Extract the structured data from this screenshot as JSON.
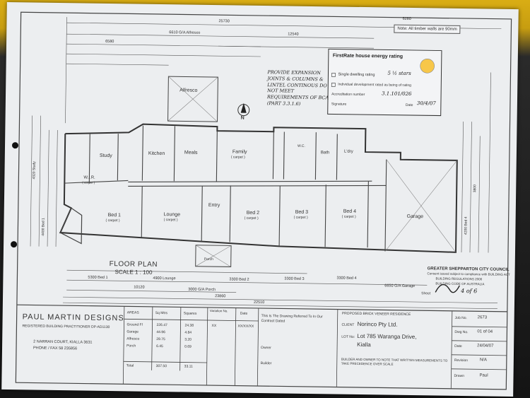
{
  "plan": {
    "title": "FLOOR PLAN",
    "scale": "SCALE 1 : 100",
    "rooms": {
      "study": "Study",
      "kitchen": "Kitchen",
      "meals": "Meals",
      "family": "Family",
      "family_carpet": "( carpet )",
      "bath": "Bath",
      "wc": "W.C.",
      "ldry": "L'dry",
      "wir": "W.I.R.",
      "wir_carpet": "( carpet )",
      "bed1": "Bed 1",
      "bed1_carpet": "( carpet )",
      "lounge": "Lounge",
      "lounge_carpet": "( carpet )",
      "entry": "Entry",
      "bed2": "Bed 2",
      "bed2_carpet": "( carpet )",
      "bed3": "Bed 3",
      "bed3_carpet": "( carpet )",
      "bed4": "Bed 4",
      "bed4_carpet": "( carpet )",
      "garage": "Garage",
      "alfresco": "Alfresco",
      "porch": "Porch"
    },
    "dims": {
      "top_total": "25730",
      "right_total": "6280",
      "top_a": "12540",
      "top_b": "6610 G/A Alfresco",
      "top_c": "6580",
      "bottom_total": "22510",
      "bottom_a": "23860",
      "bottom_b": "10120",
      "bottom_c": "3000 G/A Porch",
      "bottom_d": "5300 Bed 1",
      "bottom_e": "4900 Lounge",
      "bottom_f": "3300 Bed 2",
      "bottom_g": "3300 Bed 3",
      "bottom_h": "3300 Bed 4",
      "bottom_i": "6650 G/A Garage",
      "left_a": "4320 Study",
      "left_b": "4400 Bed 1",
      "right_a": "4200 Bed 4",
      "right_b": "3800"
    },
    "note_box": "Note: All timber walls are 90mm",
    "annotation_hand": "PROVIDE EXPANSION JOINTS & COLUMNS & LINTEL CONTINOUS DO NOT MEET REQUIREMENTS OF BCA (PART 3.3.1.6)",
    "north": "N"
  },
  "energy": {
    "title": "FirstRate house energy rating",
    "line1": "Single dwelling rating",
    "rating": "5 ½ stars",
    "line2": "Individual development rated as being of rating",
    "line3": "Accreditation number",
    "accred_value": "3.1.101/026",
    "line4": "Signature",
    "date_label": "Date",
    "date_value": "30/4/07"
  },
  "stamp": {
    "line1": "GREATER SHEPPARTON CITY COUNCIL",
    "line2": "Consent issued subject to compliance with BUILDING ACT",
    "line3": "BUILDING REGULATIONS 2006",
    "line4": "BUILDING CODE OF AUSTRALIA",
    "sheet_label": "Sheet",
    "sheet_value": "4 of 6"
  },
  "titleblock": {
    "company": "PAUL MARTIN DESIGNS",
    "registered": "REGISTERED BUILDING PRACTITIONER DP-AD1130",
    "address": "2 NARRAN COURT, KIALLA 3631",
    "phone": "PHONE / FAX 58 235856",
    "areas_header": [
      "AREAS",
      "Sq Mtrs",
      "Squares"
    ],
    "areas": [
      {
        "name": "Ground Fl",
        "sqm": "226.47",
        "sq": "24.38"
      },
      {
        "name": "Garage",
        "sqm": "44.96",
        "sq": "4.84"
      },
      {
        "name": "Alfresco",
        "sqm": "29.75",
        "sq": "3.20"
      },
      {
        "name": "Porch",
        "sqm": "6.45",
        "sq": "0.69"
      },
      {
        "name": "Total",
        "sqm": "307.50",
        "sq": "33.11"
      }
    ],
    "variation_label": "Variation No.",
    "variation_value": "XX",
    "date_label": "Date",
    "date_value": "XX/XX/XX",
    "drawing_ref": "This Is The Drawing Referred To In Our Contract Dated",
    "owner_label": "Owner",
    "builder_label": "Builder",
    "proposed": "PROPOSED BRICK VENEER RESIDENCE",
    "client_label": "CLIENT",
    "client_value": "Norinco Pty Ltd.",
    "lot_label": "LOT No:",
    "lot_value": "Lot 785 Waranga Drive,",
    "lot_city": "Kialla",
    "builder_note": "BUILDER AND OWNER TO NOTE THAT WRITTEN MEASUREMENTS TO TAKE PRECEDENCE OVER SCALE",
    "job_label": "Job No.",
    "job_value": "2673",
    "dwg_label": "Dwg No.",
    "dwg_value": "01 of 04",
    "date2_label": "Date",
    "date2_value": "24/04/07",
    "rev_label": "Revision",
    "rev_value": "N/A",
    "drawn_label": "Drawn",
    "drawn_value": "Paul"
  }
}
